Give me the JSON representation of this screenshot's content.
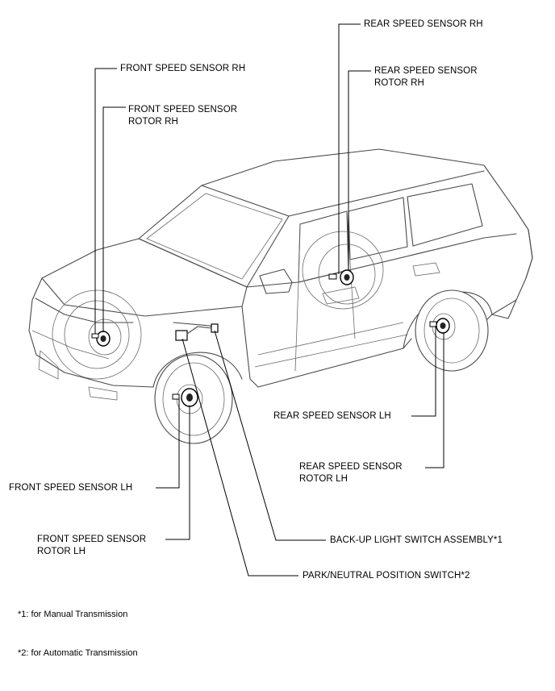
{
  "labels": {
    "rear_speed_sensor_rh": "REAR SPEED SENSOR RH",
    "rear_speed_sensor_rotor_rh": "REAR SPEED SENSOR\nROTOR RH",
    "front_speed_sensor_rh": "FRONT SPEED SENSOR RH",
    "front_speed_sensor_rotor_rh": "FRONT SPEED SENSOR\nROTOR RH",
    "rear_speed_sensor_lh": "REAR SPEED SENSOR LH",
    "rear_speed_sensor_rotor_lh": "REAR SPEED SENSOR\nROTOR LH",
    "front_speed_sensor_lh": "FRONT SPEED SENSOR LH",
    "front_speed_sensor_rotor_lh": "FRONT SPEED SENSOR\nROTOR LH",
    "backup_light_switch": "BACK-UP LIGHT SWITCH ASSEMBLY*1",
    "park_neutral_switch": "PARK/NEUTRAL POSITION SWITCH*2"
  },
  "footnotes": {
    "note1": "*1: for Manual Transmission",
    "note2": "*2: for Automatic Transmission"
  }
}
